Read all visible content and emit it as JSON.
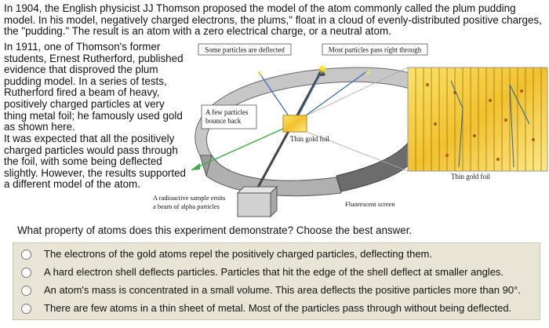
{
  "intro_text": "In 1904, the English physicist JJ Thomson proposed the model of the atom commonly called the plum pudding model. In his model, negatively charged electrons, the plums,\" float in a cloud of evenly-distributed positive charges, the \"pudding.\" The result is an atom with a zero electrical charge, or a neutral atom.",
  "side_text_1": "In 1911, one of Thomson's former students, Ernest Rutherford, published evidence that disproved the plum pudding model. In a series of tests, Rutherford fired a beam of heavy, positively charged particles at very thing metal foil; he famously used gold as shown here.",
  "side_text_2": "It was expected that all the positively charged particles would pass through the foil, with some being deflected slightly. However, the results supported a different model of the atom.",
  "figure": {
    "label_some_deflected": "Some particles are deflected",
    "label_most_pass": "Most particles pass right through",
    "label_few_bounce_1": "A few particles",
    "label_few_bounce_2": "bounce back",
    "label_foil_center": "Thin gold foil",
    "label_foil_zoom": "Thin gold foil",
    "label_source_1": "A radioactive sample emits",
    "label_source_2": "a beam of alpha particles",
    "label_screen": "Fluorescent screen"
  },
  "question": "What property of atoms does this experiment demonstrate? Choose the best answer.",
  "options": [
    {
      "text": "The electrons of the gold atoms repel the positively charged particles, deflecting them."
    },
    {
      "text": "A hard electron shell deflects particles. Particles that hit the edge of the shell deflect at smaller angles."
    },
    {
      "text": "An atom's mass is concentrated in a small volume. This area deflects the positive particles more than 90°."
    },
    {
      "text": "There are few atoms in a thin sheet of metal. Most of the particles pass through without being deflected."
    }
  ]
}
